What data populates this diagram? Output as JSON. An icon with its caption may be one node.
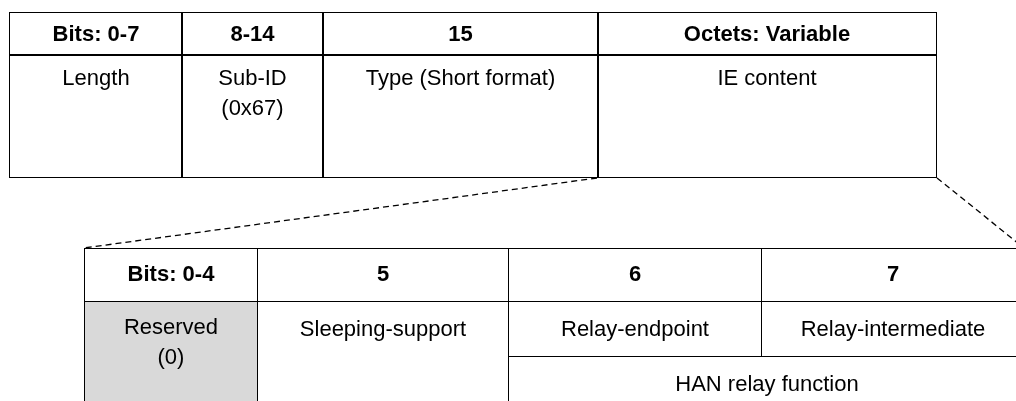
{
  "diagram": {
    "nodes": [
      {
        "text": [
          "Bits: 0-7"
        ]
      },
      {
        "text": [
          "8-14"
        ]
      },
      {
        "text": [
          "15"
        ]
      },
      {
        "text": [
          "Octets: Variable"
        ]
      },
      {
        "text": [
          "Length"
        ]
      },
      {
        "text": [
          "Sub-ID (0x67)"
        ]
      },
      {
        "text": [
          "Type (Short format)"
        ]
      },
      {
        "text": [
          "IE content"
        ]
      },
      {
        "text": [],
        "shape": "box"
      },
      {
        "text": [
          "Bits: 0-4"
        ],
        "in": 8
      },
      {
        "text": [
          "5"
        ],
        "in": 8
      },
      {
        "text": [
          "6"
        ],
        "in": 8
      },
      {
        "text": [
          "7"
        ],
        "in": 8
      },
      {
        "text": [
          "Reserved (0)"
        ],
        "in": 8
      },
      {
        "text": [
          "Sleeping-support"
        ],
        "in": 8
      },
      {
        "text": [
          "Relay-endpoint"
        ],
        "in": 8
      },
      {
        "text": [
          "Relay-intermediate"
        ],
        "in": 8
      },
      {
        "text": [
          "HAN relay function"
        ],
        "in": 8
      }
    ],
    "edges": [
      {
        "from": 7,
        "to": 8,
        "arrow": "none",
        "style": "dashed"
      },
      {
        "from": 7,
        "to": 8,
        "arrow": "none",
        "style": "dashed"
      }
    ]
  }
}
